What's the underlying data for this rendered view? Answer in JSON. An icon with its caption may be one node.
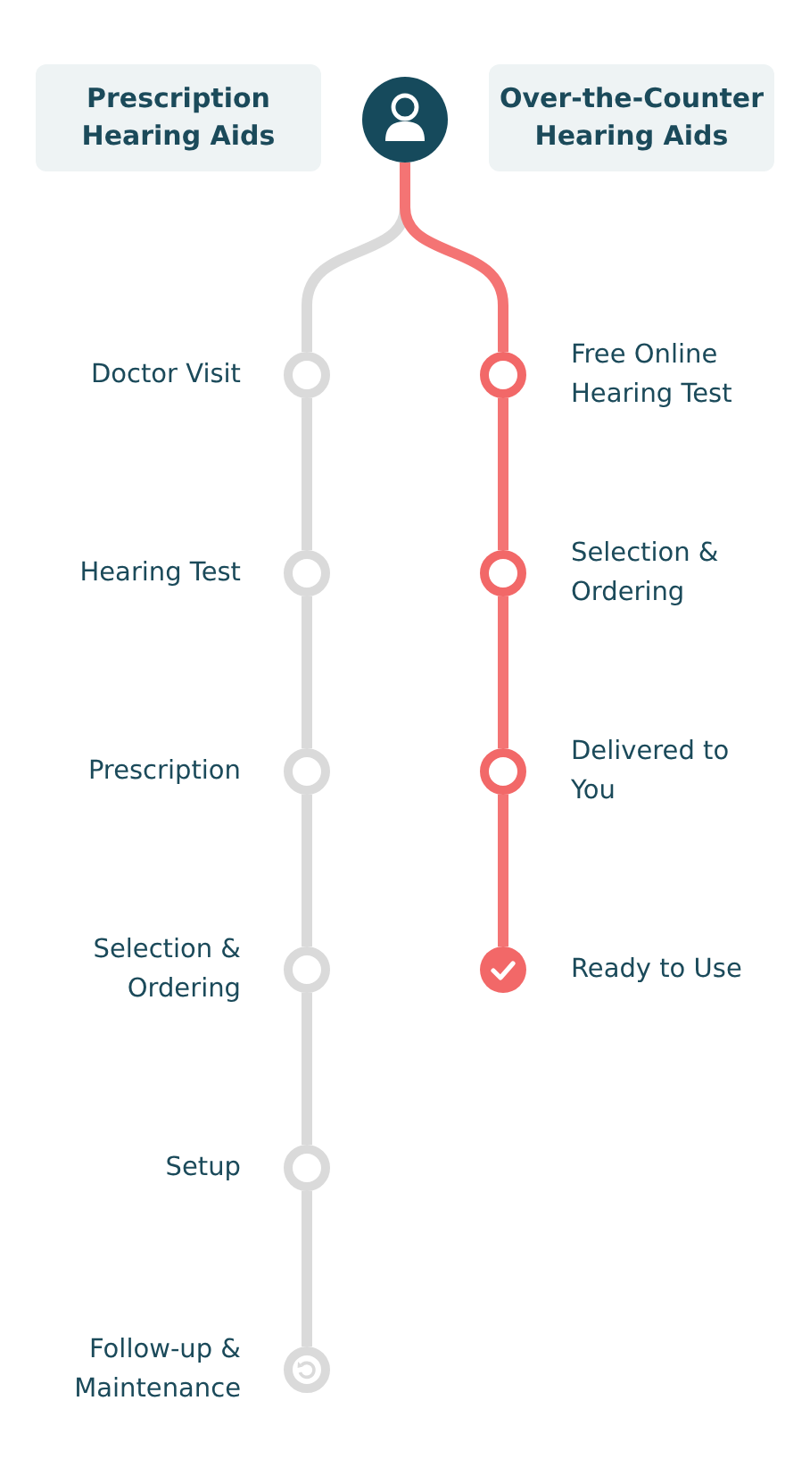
{
  "diagram": {
    "nodes": [
      {
        "text": [
          "Prescription Hearing Aids"
        ]
      },
      {
        "text": [
          "Over-the-Counter Hearing Aids"
        ]
      },
      {
        "text": [],
        "shape": "circle"
      },
      {
        "text": [],
        "shape": "circle",
        "beside": [
          "Doctor Visit"
        ]
      },
      {
        "text": [],
        "shape": "circle",
        "beside": [
          "Hearing Test"
        ]
      },
      {
        "text": [],
        "shape": "circle",
        "beside": [
          "Prescription"
        ]
      },
      {
        "text": [],
        "shape": "circle",
        "beside": [
          "Selection & Ordering"
        ]
      },
      {
        "text": [],
        "shape": "circle",
        "beside": [
          "Setup"
        ]
      },
      {
        "text": [],
        "shape": "circle",
        "beside": [
          "Follow-up & Maintenance"
        ]
      },
      {
        "text": [],
        "shape": "circle",
        "beside": [
          "Free Online Hearing Test"
        ]
      },
      {
        "text": [],
        "shape": "circle",
        "beside": [
          "Selection & Ordering"
        ]
      },
      {
        "text": [],
        "shape": "circle",
        "beside": [
          "Delivered to You"
        ]
      },
      {
        "text": [],
        "shape": "circle",
        "beside": [
          "Ready to Use"
        ]
      }
    ],
    "edges": [
      {
        "from": 2,
        "to": 3,
        "arrow": "none"
      },
      {
        "from": 2,
        "to": 9,
        "arrow": "none",
        "color": "#f47474"
      },
      {
        "from": 3,
        "to": 4,
        "arrow": "none"
      },
      {
        "from": 4,
        "to": 5,
        "arrow": "none"
      },
      {
        "from": 5,
        "to": 6,
        "arrow": "none"
      },
      {
        "from": 6,
        "to": 7,
        "arrow": "none"
      },
      {
        "from": 7,
        "to": 8,
        "arrow": "none"
      },
      {
        "from": 9,
        "to": 10,
        "arrow": "none",
        "color": "#f47474"
      },
      {
        "from": 10,
        "to": 11,
        "arrow": "none",
        "color": "#f47474"
      },
      {
        "from": 11,
        "to": 12,
        "arrow": "none",
        "color": "#f47474"
      }
    ]
  }
}
